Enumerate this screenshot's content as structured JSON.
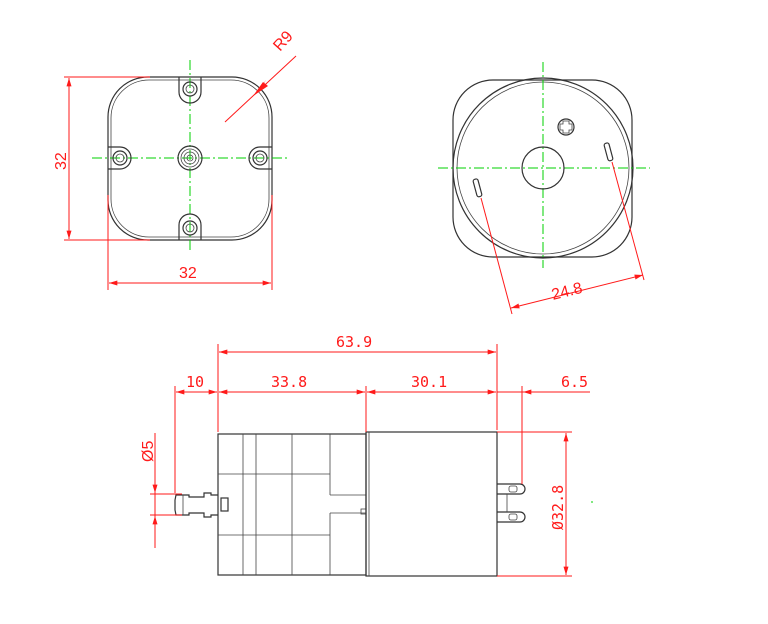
{
  "drawing": {
    "front_view": {
      "width_label": "32",
      "height_label": "32",
      "radius_label": "R9"
    },
    "rear_view": {
      "terminal_spacing_label": "24.8"
    },
    "side_view": {
      "overall_length_label": "63.9",
      "nozzle_length_label": "10",
      "pump_head_length_label": "33.8",
      "motor_length_label": "30.1",
      "terminal_length_label": "6.5",
      "nozzle_diameter_label": "Ø5",
      "motor_diameter_label": "Ø32.8"
    },
    "colors": {
      "dimension": "#ff1a1a",
      "centerline": "#00d000",
      "outline": "#333333"
    }
  }
}
